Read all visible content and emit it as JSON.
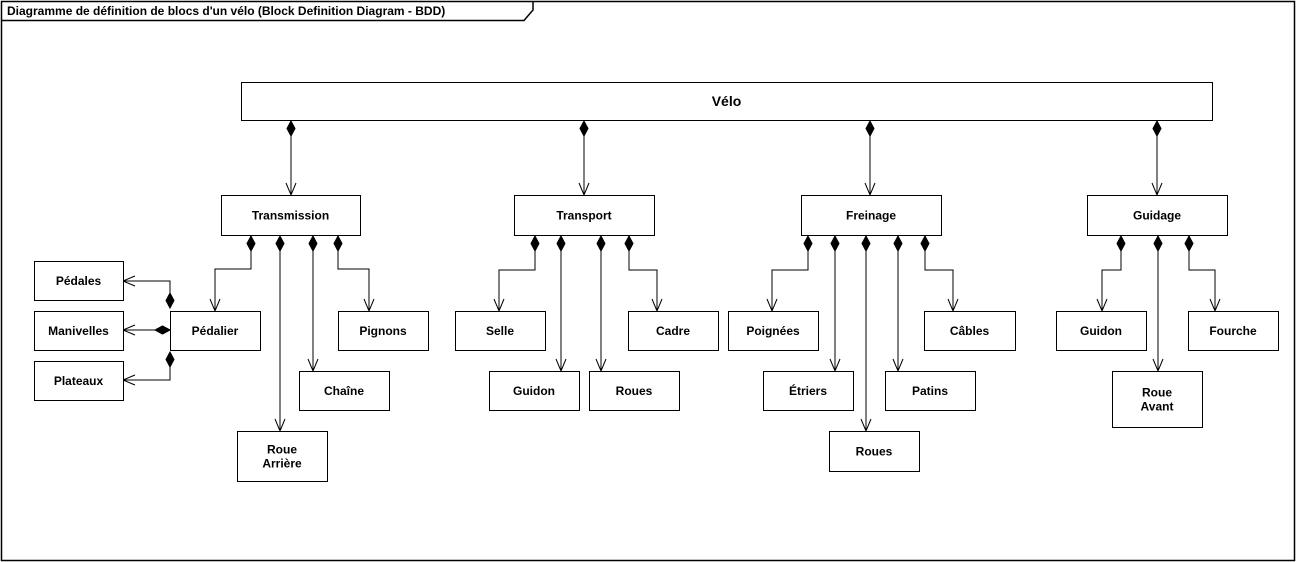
{
  "diagram": {
    "title": "Diagramme de définition de blocs d'un vélo (Block Definition Diagram - BDD)",
    "blocks": {
      "velo": "Vélo",
      "transmission": "Transmission",
      "transport": "Transport",
      "freinage": "Freinage",
      "guidage": "Guidage",
      "pedales": "Pédales",
      "manivelles": "Manivelles",
      "plateaux": "Plateaux",
      "pedalier": "Pédalier",
      "pignons": "Pignons",
      "chaine": "Chaîne",
      "roue_arriere": "Roue\nArrière",
      "selle": "Selle",
      "cadre": "Cadre",
      "guidon_t": "Guidon",
      "roues_t": "Roues",
      "poignees": "Poignées",
      "cables": "Câbles",
      "etriers": "Étriers",
      "patins": "Patins",
      "roues_f": "Roues",
      "guidon_g": "Guidon",
      "fourche": "Fourche",
      "roue_avant": "Roue\nAvant"
    },
    "compositions": [
      [
        "velo",
        "transmission"
      ],
      [
        "velo",
        "transport"
      ],
      [
        "velo",
        "freinage"
      ],
      [
        "velo",
        "guidage"
      ],
      [
        "transmission",
        "pedalier"
      ],
      [
        "transmission",
        "roue_arriere"
      ],
      [
        "transmission",
        "chaine"
      ],
      [
        "transmission",
        "pignons"
      ],
      [
        "pedalier",
        "pedales"
      ],
      [
        "pedalier",
        "manivelles"
      ],
      [
        "pedalier",
        "plateaux"
      ],
      [
        "transport",
        "selle"
      ],
      [
        "transport",
        "guidon_t"
      ],
      [
        "transport",
        "roues_t"
      ],
      [
        "transport",
        "cadre"
      ],
      [
        "freinage",
        "poignees"
      ],
      [
        "freinage",
        "etriers"
      ],
      [
        "freinage",
        "roues_f"
      ],
      [
        "freinage",
        "patins"
      ],
      [
        "freinage",
        "cables"
      ],
      [
        "guidage",
        "guidon_g"
      ],
      [
        "guidage",
        "roue_avant"
      ],
      [
        "guidage",
        "fourche"
      ]
    ]
  }
}
